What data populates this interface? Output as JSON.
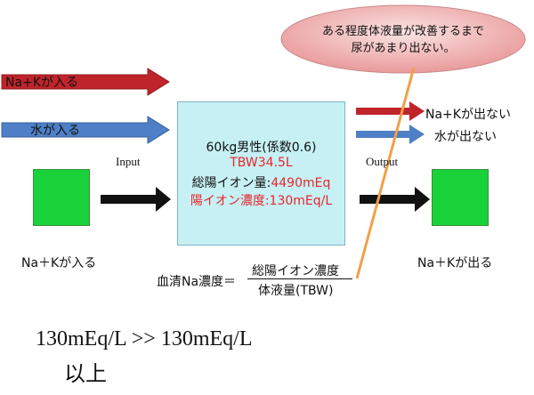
{
  "bubble": {
    "line1": "ある程度体液量が改善するまで",
    "line2": "尿があまり出ない。"
  },
  "inputs": {
    "nak_top": "Na+Kが入る",
    "water": "水が入る",
    "nak_bottom": "Na＋Kが入る",
    "input_label": "Input"
  },
  "outputs": {
    "nak_out_top": "Na+Kが出ない",
    "water_out": "水が出ない",
    "output_label": "Output",
    "nak_out_bottom": "Na＋Kが出る"
  },
  "center": {
    "line1": "60kg男性(係数0.6)",
    "line2": "TBW34.5L",
    "line3_label": "総陽イオン量:",
    "line3_value": "4490mEq",
    "line4_label": "陽イオン濃度",
    "line4_value": ":130mEq/L"
  },
  "formula": {
    "lhs": "血清Na濃度＝",
    "numerator": "総陽イオン濃度",
    "denominator": "体液量(TBW)"
  },
  "conclusion": {
    "line1": "130mEq/L  >> 130mEq/L",
    "line2": "以上"
  },
  "colors": {
    "red_arrow": "#c0242b",
    "blue_arrow": "#4f7fc7",
    "green_box": "#19d23a",
    "center_fill": "#c6f0f4",
    "bubble_fill": "#f3b5b5",
    "orange_line": "#f0a04a",
    "red_text": "#e8262a"
  }
}
